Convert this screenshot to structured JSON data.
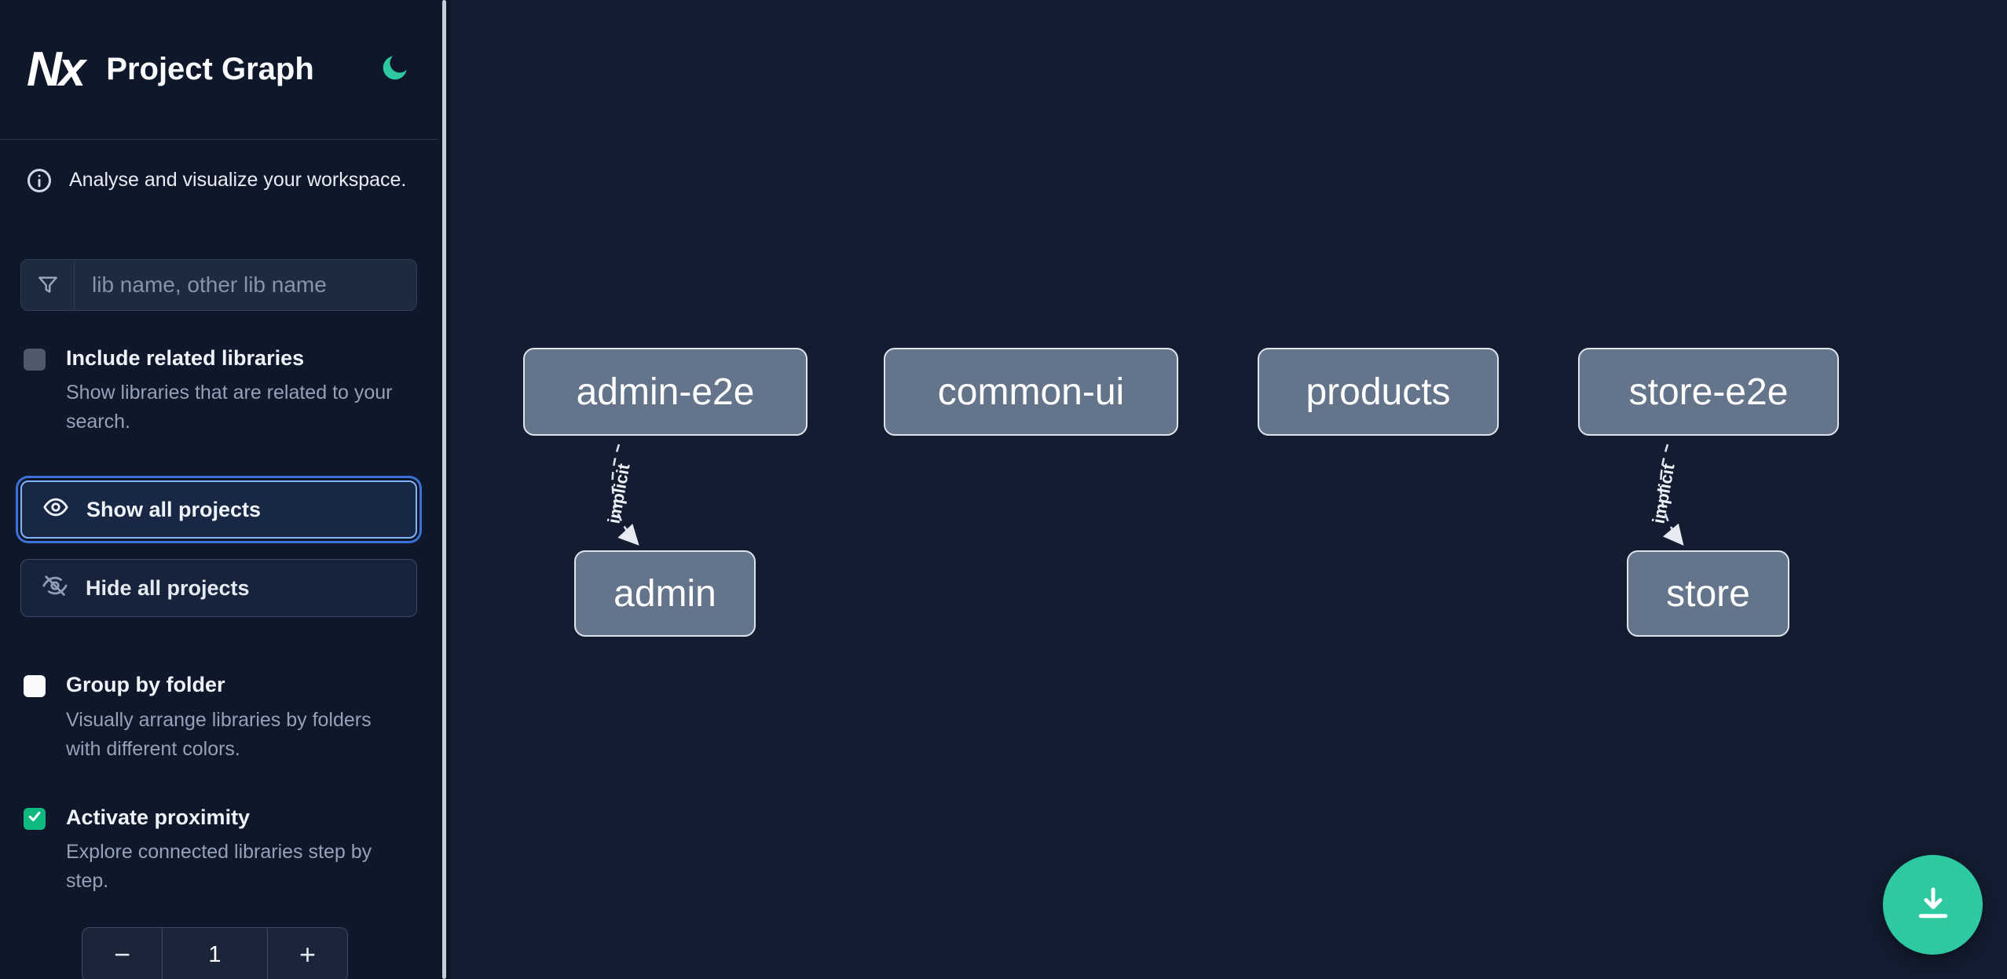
{
  "header": {
    "logo_text": "Nx",
    "title": "Project Graph"
  },
  "sidebar": {
    "info_text": "Analyse and visualize your workspace.",
    "search_placeholder": "lib name, other lib name",
    "options": [
      {
        "label": "Include related libraries",
        "description": "Show libraries that are related to your search.",
        "checked": false
      },
      {
        "label": "Group by folder",
        "description": "Visually arrange libraries by folders with different colors.",
        "checked": false
      },
      {
        "label": "Activate proximity",
        "description": "Explore connected libraries step by step.",
        "checked": true
      }
    ],
    "actions": [
      {
        "label": "Show all projects",
        "focused": true
      },
      {
        "label": "Hide all projects",
        "focused": false
      }
    ],
    "stepper": {
      "decrement": "−",
      "value": "1",
      "increment": "+"
    }
  },
  "graph": {
    "nodes": [
      {
        "label": "admin-e2e"
      },
      {
        "label": "common-ui"
      },
      {
        "label": "products"
      },
      {
        "label": "store-e2e"
      },
      {
        "label": "admin"
      },
      {
        "label": "store"
      }
    ],
    "edges": [
      {
        "from": "admin-e2e",
        "to": "admin",
        "label": "implicit",
        "style": "dashed"
      },
      {
        "from": "store-e2e",
        "to": "store",
        "label": "implicit",
        "style": "dashed"
      }
    ]
  },
  "icons": {
    "moon": "crescent-moon",
    "info": "info-circle",
    "filter": "funnel",
    "eye": "eye",
    "eye_off": "eye-slash",
    "check": "✓",
    "download": "download-tray"
  },
  "colors": {
    "accent_teal": "#2ec9a0",
    "focus_blue": "#3a72d9",
    "checkbox_checked": "#10b981",
    "node_fill": "#64748b",
    "sidebar_bg": "#0f172a",
    "canvas_bg": "#131c30"
  }
}
